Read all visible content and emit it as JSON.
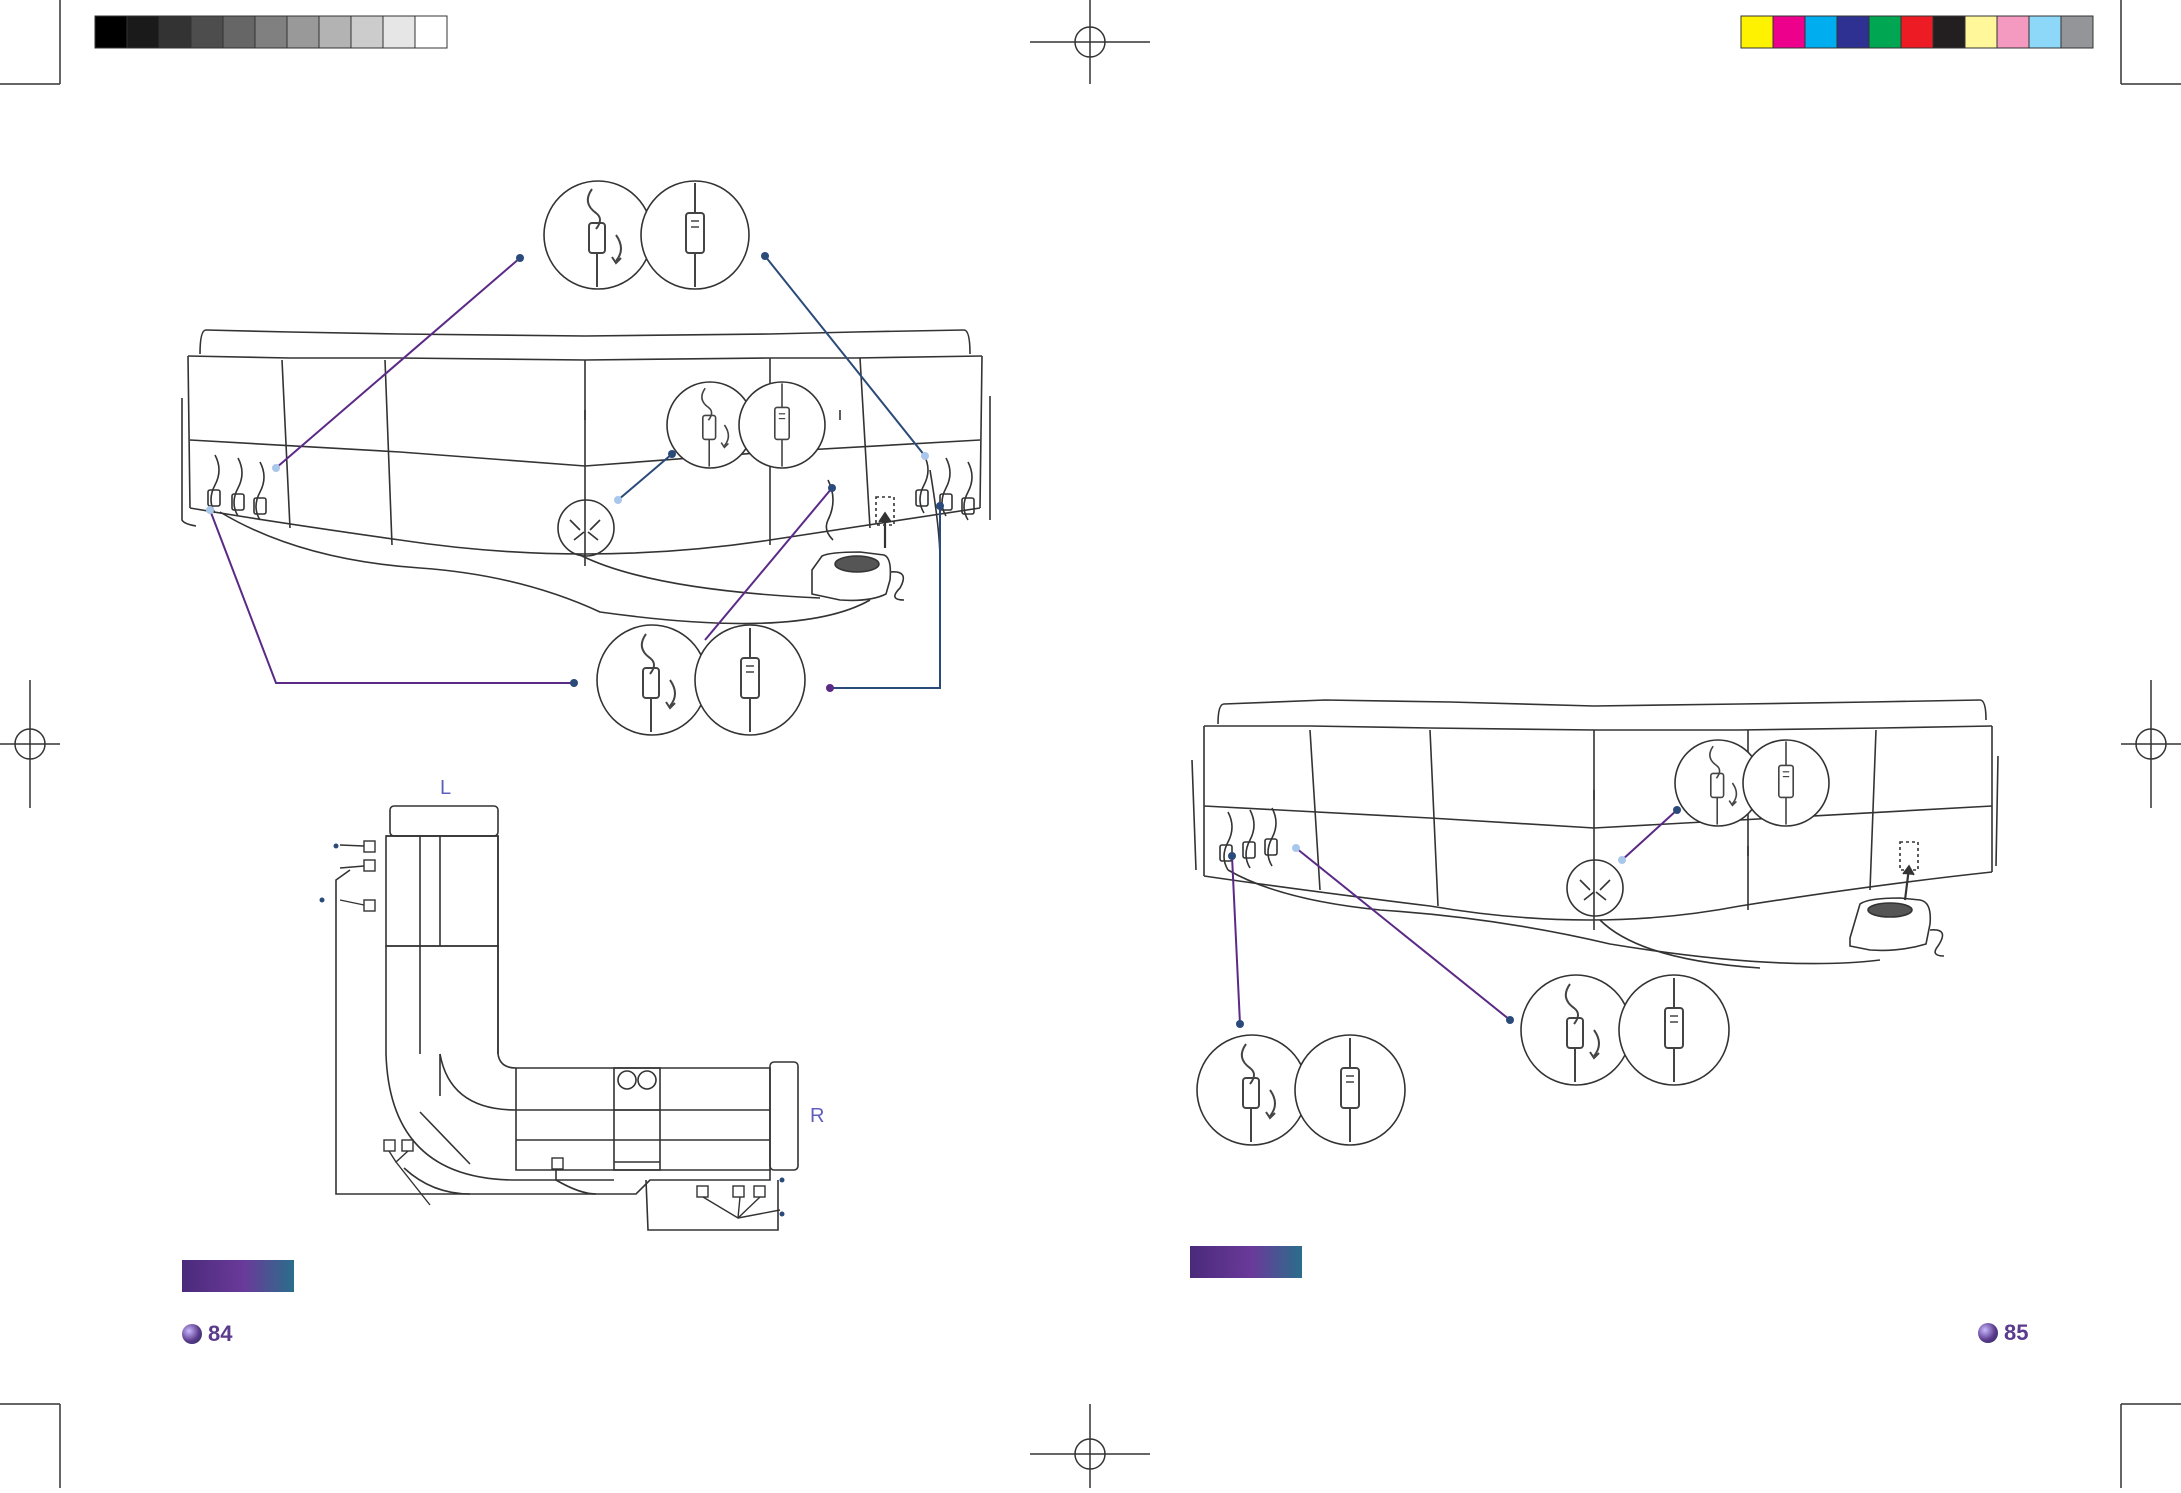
{
  "pages": {
    "left_number": "84",
    "right_number": "85"
  },
  "labels": {
    "left": "L",
    "right": "R"
  },
  "colors": {
    "line": "#333333",
    "accent_purple": "#5b2a86",
    "accent_teal": "#2d6b8a",
    "accent_navy": "#2a4a7a",
    "connector_light": "#a9c7ea",
    "label_blue": "#5e5fbd"
  },
  "color_bars": {
    "grays": [
      "#000000",
      "#1a1a1a",
      "#333333",
      "#4d4d4d",
      "#666666",
      "#808080",
      "#999999",
      "#b3b3b3",
      "#cccccc",
      "#e6e6e6",
      "#ffffff"
    ],
    "process": [
      "#fff200",
      "#ec008c",
      "#00aeef",
      "#2e3192",
      "#00a651",
      "#ed1c24",
      "#231f20",
      "#fff799",
      "#f49ac1",
      "#8dd8f8",
      "#939598"
    ]
  },
  "icons": [
    "registration-mark-icon",
    "crop-mark-icon",
    "connector-plug-icon",
    "power-supply-icon",
    "rotate-arrow-icon"
  ]
}
